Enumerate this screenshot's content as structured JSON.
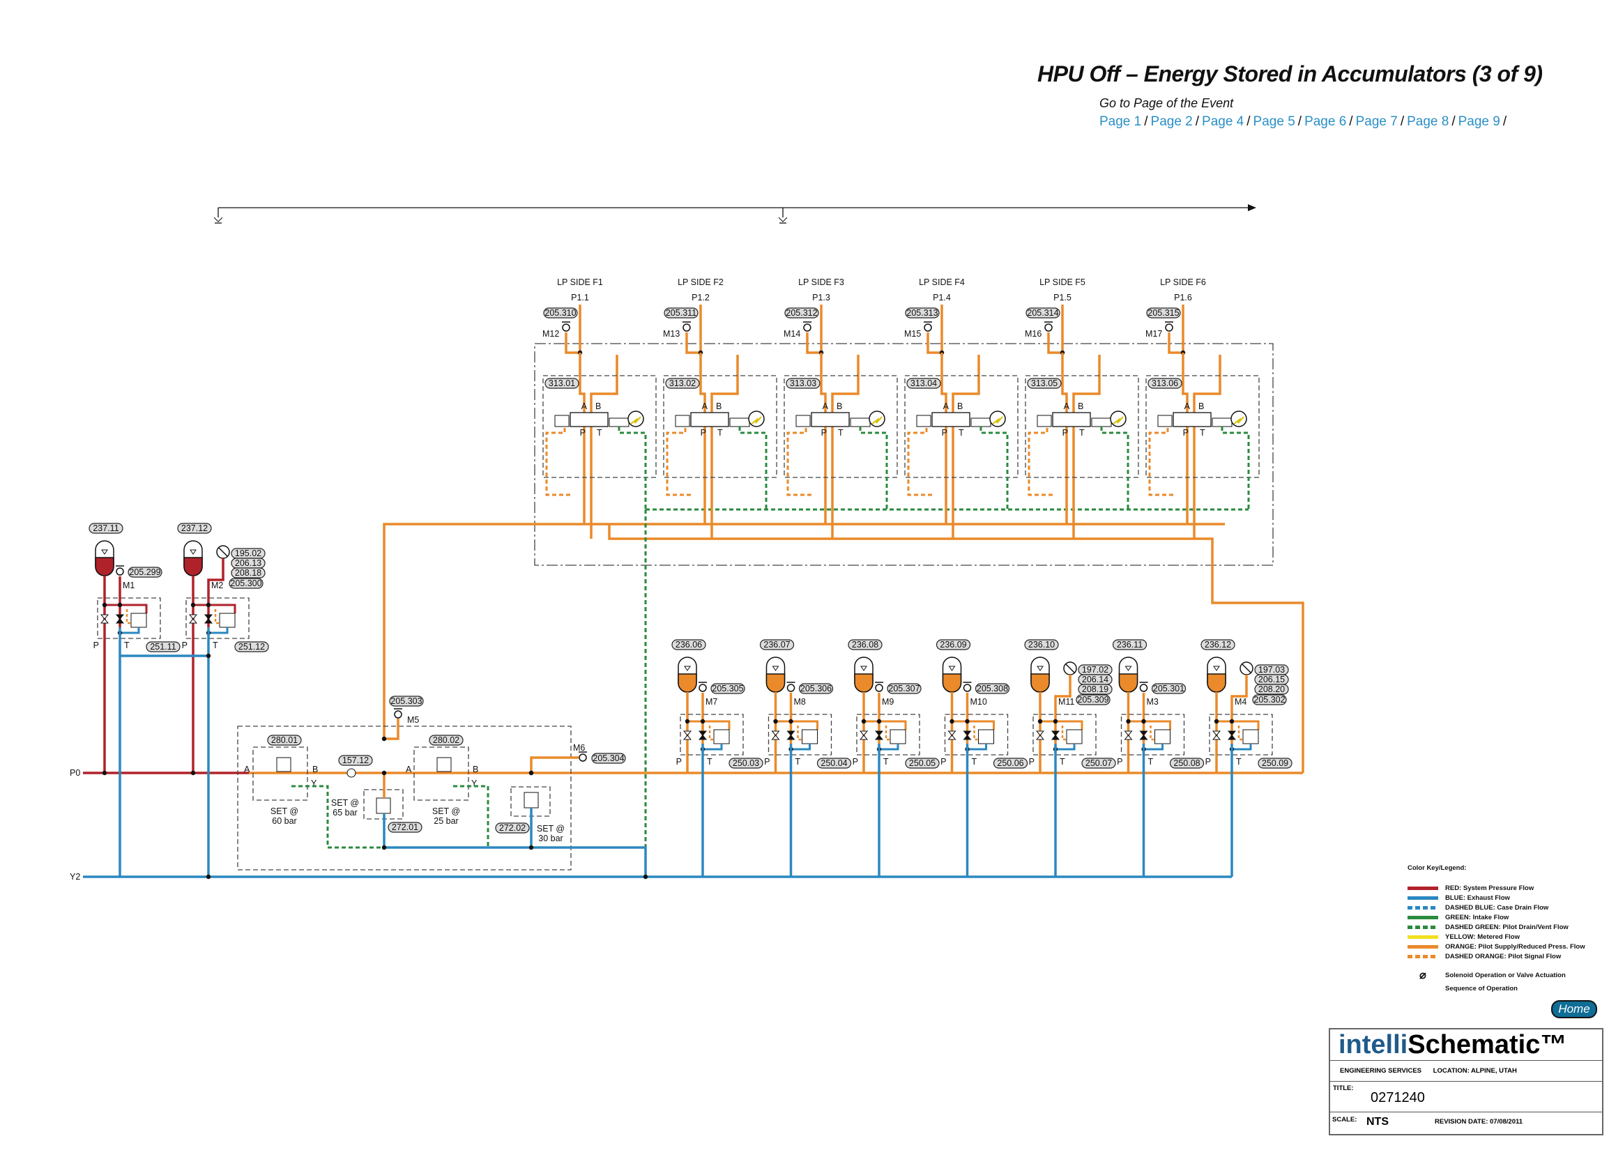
{
  "header": {
    "title": "HPU Off – Energy Stored in Accumulators (3 of 9)",
    "goto_label": "Go to Page of the Event",
    "pages": [
      "Page 1",
      "Page 2",
      "Page 4",
      "Page 5",
      "Page 6",
      "Page 7",
      "Page 8",
      "Page 9"
    ]
  },
  "colors": {
    "red": "#b0222a",
    "blue": "#2b88c0",
    "green": "#2a8a3e",
    "yellow": "#f0e020",
    "orange": "#ea8a2a"
  },
  "schematic": {
    "lines": {
      "p0": "P0",
      "y2": "Y2"
    },
    "lp_sides": [
      {
        "side": "LP SIDE F1",
        "port": "P1.1",
        "tag": "205.310",
        "m": "M12",
        "valve": "313.01"
      },
      {
        "side": "LP SIDE F2",
        "port": "P1.2",
        "tag": "205.311",
        "m": "M13",
        "valve": "313.02"
      },
      {
        "side": "LP SIDE F3",
        "port": "P1.3",
        "tag": "205.312",
        "m": "M14",
        "valve": "313.03"
      },
      {
        "side": "LP SIDE F4",
        "port": "P1.4",
        "tag": "205.313",
        "m": "M15",
        "valve": "313.04"
      },
      {
        "side": "LP SIDE F5",
        "port": "P1.5",
        "tag": "205.314",
        "m": "M16",
        "valve": "313.05"
      },
      {
        "side": "LP SIDE F6",
        "port": "P1.6",
        "tag": "205.315",
        "m": "M17",
        "valve": "313.06"
      }
    ],
    "valve_ports": {
      "a": "A",
      "b": "B",
      "p": "P",
      "t": "T"
    },
    "hp_accumulators": [
      {
        "acc": "237.11",
        "m": "M1",
        "mtag": "205.299",
        "block": "251.11",
        "gauge": null
      },
      {
        "acc": "237.12",
        "m": "M2",
        "mtag": "205.300",
        "block": "251.12",
        "gauge": [
          "195.02",
          "206.13",
          "208.18"
        ]
      }
    ],
    "lp_accumulators": [
      {
        "acc": "236.06",
        "m": "M7",
        "mtag": "205.305",
        "block": "250.03",
        "gauge": null
      },
      {
        "acc": "236.07",
        "m": "M8",
        "mtag": "205.306",
        "block": "250.04",
        "gauge": null
      },
      {
        "acc": "236.08",
        "m": "M9",
        "mtag": "205.307",
        "block": "250.05",
        "gauge": null
      },
      {
        "acc": "236.09",
        "m": "M10",
        "mtag": "205.308",
        "block": "250.06",
        "gauge": null
      },
      {
        "acc": "236.10",
        "m": "M11",
        "mtag": "205.309",
        "block": "250.07",
        "gauge": [
          "197.02",
          "206.14",
          "208.19"
        ]
      },
      {
        "acc": "236.11",
        "m": "M3",
        "mtag": "205.301",
        "block": "250.08",
        "gauge": null
      },
      {
        "acc": "236.12",
        "m": "M4",
        "mtag": "205.302",
        "block": "250.09",
        "gauge": [
          "197.03",
          "206.15",
          "208.20"
        ]
      }
    ],
    "reducing": {
      "m5": "M5",
      "m5tag": "205.303",
      "m6": "M6",
      "m6tag": "205.304",
      "prv1": "280.01",
      "prv1_set": [
        "SET @",
        "60 bar"
      ],
      "check": "157.12",
      "relief1": "272.01",
      "relief1_set": [
        "SET @",
        "65 bar"
      ],
      "prv2": "280.02",
      "prv2_set": [
        "SET @",
        "25 bar"
      ],
      "relief2": "272.02",
      "relief2_set": [
        "SET @",
        "30 bar"
      ],
      "a": "A",
      "b": "B",
      "y": "Y"
    }
  },
  "legend": {
    "title": "Color Key/Legend:",
    "items": [
      {
        "label": "RED: System Pressure Flow",
        "color": "#b0222a",
        "dashed": false
      },
      {
        "label": "BLUE: Exhaust Flow",
        "color": "#2b88c0",
        "dashed": false
      },
      {
        "label": "DASHED BLUE: Case Drain Flow",
        "color": "#2b88c0",
        "dashed": true
      },
      {
        "label": "GREEN: Intake Flow",
        "color": "#2a8a3e",
        "dashed": false
      },
      {
        "label": "DASHED GREEN: Pilot Drain/Vent Flow",
        "color": "#2a8a3e",
        "dashed": true
      },
      {
        "label": "YELLOW: Metered Flow",
        "color": "#f0e020",
        "dashed": false
      },
      {
        "label": "ORANGE: Pilot Supply/Reduced Press. Flow",
        "color": "#ea8a2a",
        "dashed": false
      },
      {
        "label": "DASHED ORANGE: Pilot Signal Flow",
        "color": "#ea8a2a",
        "dashed": true
      }
    ],
    "solenoid": "Solenoid Operation or Valve Actuation",
    "sequence": "Sequence of Operation"
  },
  "home_label": "Home",
  "title_block": {
    "logo_i": "intelli",
    "logo_rest": "Schematic™",
    "company": "ENGINEERING SERVICES",
    "location": "LOCATION: ALPINE, UTAH",
    "title_label": "TITLE:",
    "title_value": "0271240",
    "scale_label": "SCALE:",
    "scale_value": "NTS",
    "revision": "REVISION DATE: 07/08/2011"
  }
}
